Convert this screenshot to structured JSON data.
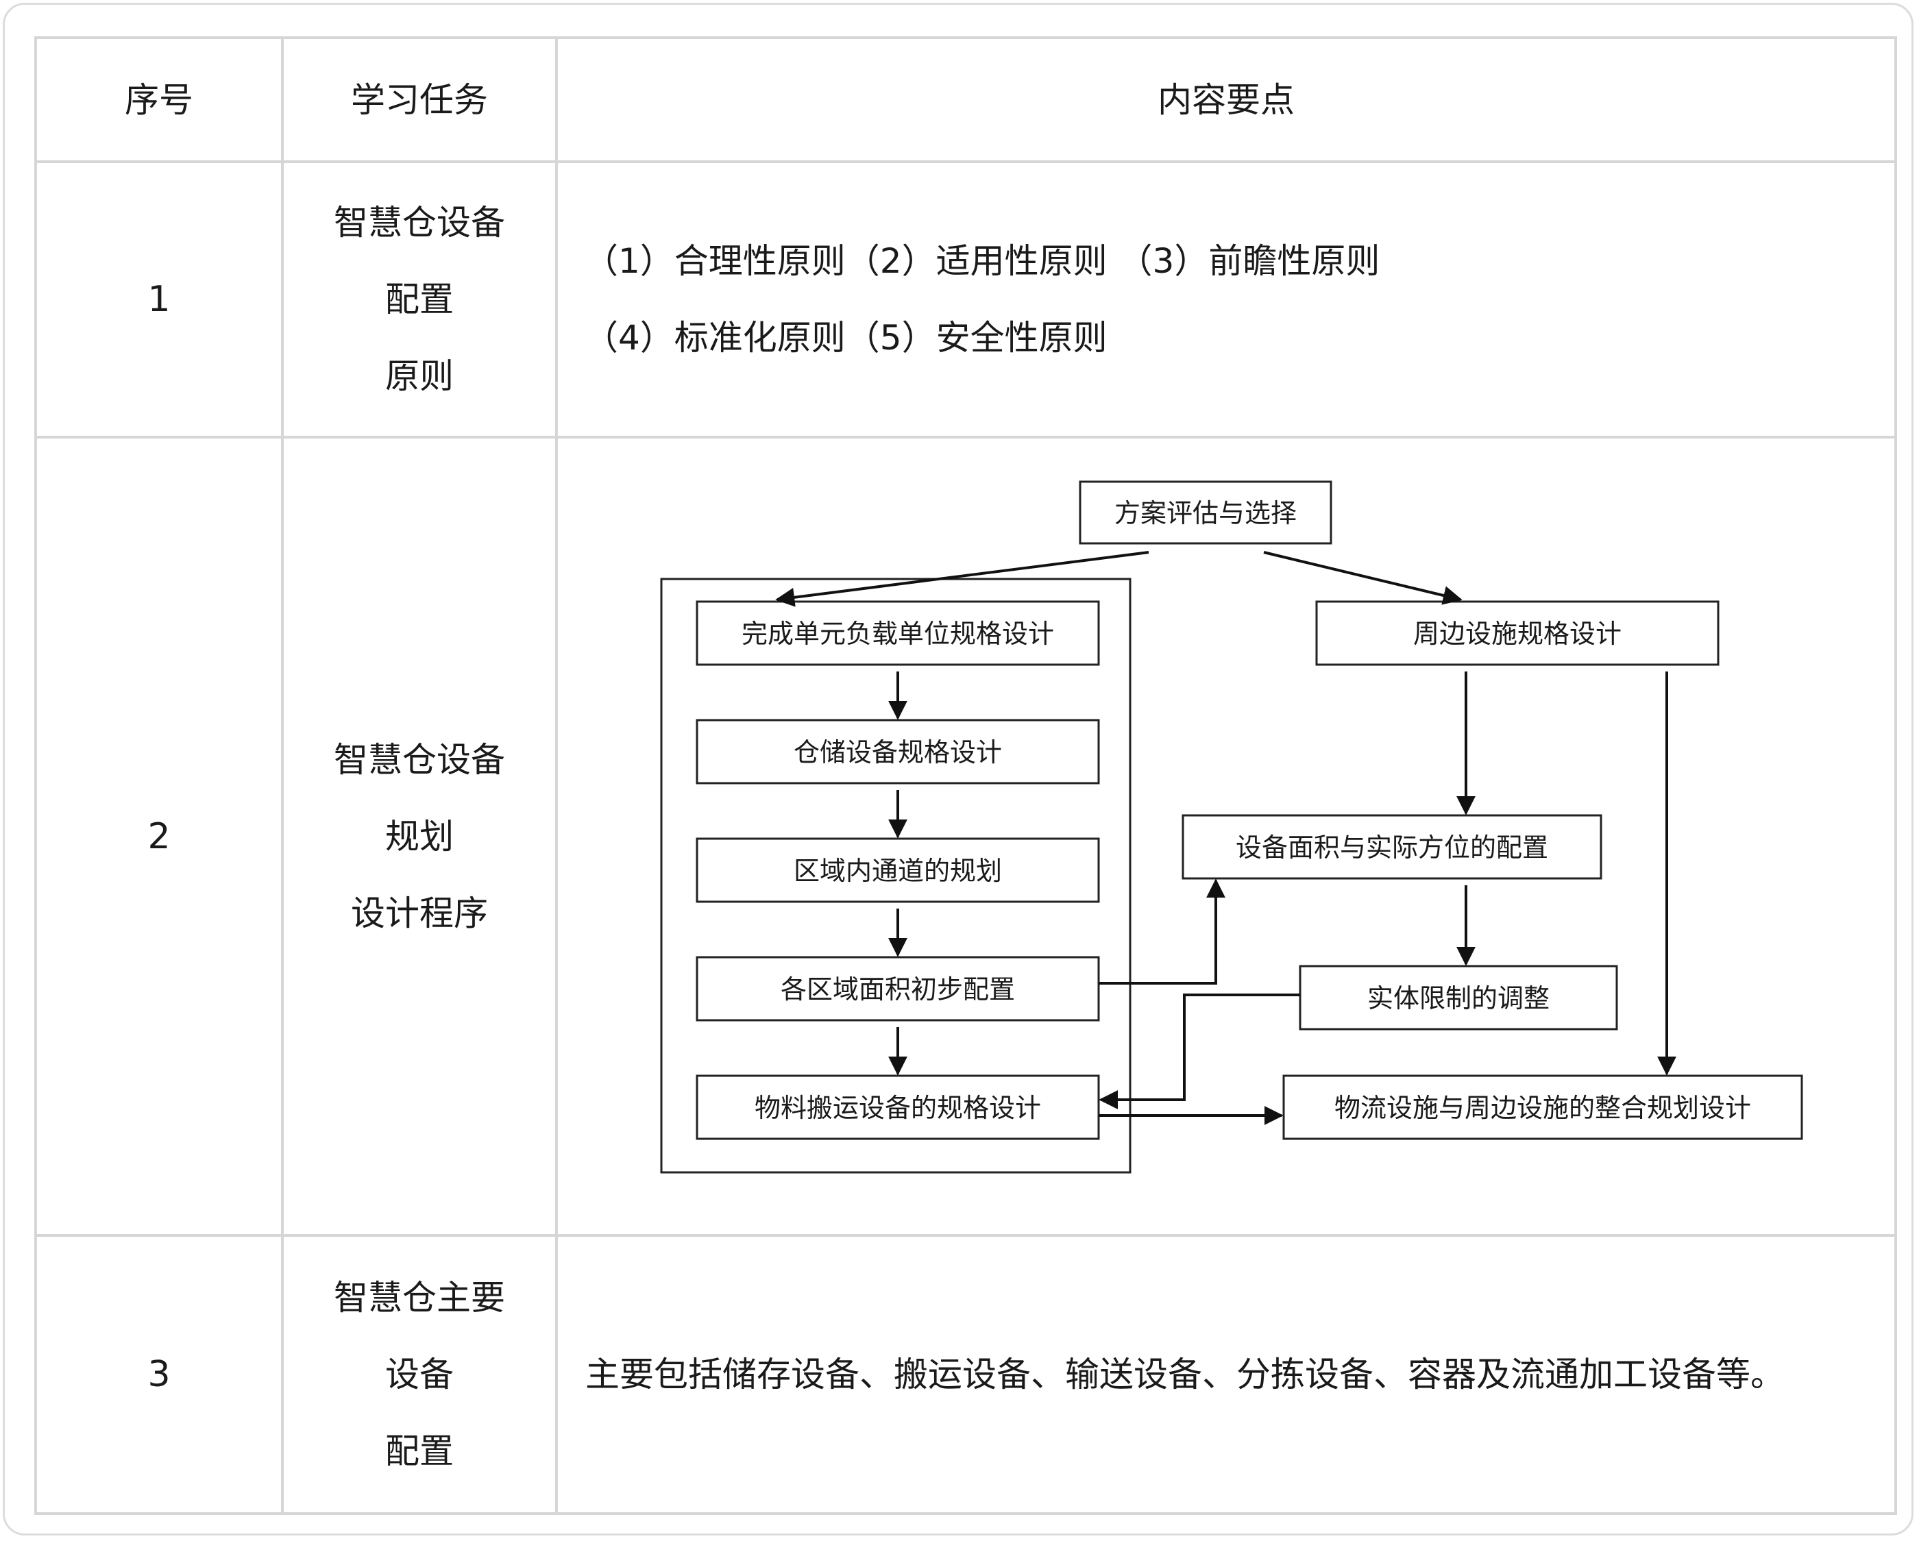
{
  "table": {
    "headers": {
      "index": "序号",
      "task": "学习任务",
      "content": "内容要点"
    },
    "rows": [
      {
        "index": "1",
        "task_lines": [
          "智慧仓设备",
          "配置",
          "原则"
        ],
        "content_lines": [
          "（1）合理性原则（2）适用性原则 （3）前瞻性原则",
          "（4）标准化原则（5）安全性原则"
        ]
      },
      {
        "index": "2",
        "task_lines": [
          "智慧仓设备",
          "规划",
          "设计程序"
        ]
      },
      {
        "index": "3",
        "task_lines": [
          "智慧仓主要",
          "设备",
          "配置"
        ],
        "content": "主要包括储存设备、搬运设备、输送设备、分拣设备、容器及流通加工设备等。"
      }
    ]
  },
  "flowchart": {
    "nodes": {
      "evaluate": "方案评估与选择",
      "unit_load": "完成单元负载单位规格设计",
      "storage": "仓储设备规格设计",
      "aisle": "区域内通道的规划",
      "area": "各区域面积初步配置",
      "handling": "物料搬运设备的规格设计",
      "peripheral": "周边设施规格设计",
      "allocation": "设备面积与实际方位的配置",
      "constraint": "实体限制的调整",
      "integration": "物流设施与周边设施的整合规划设计"
    }
  }
}
